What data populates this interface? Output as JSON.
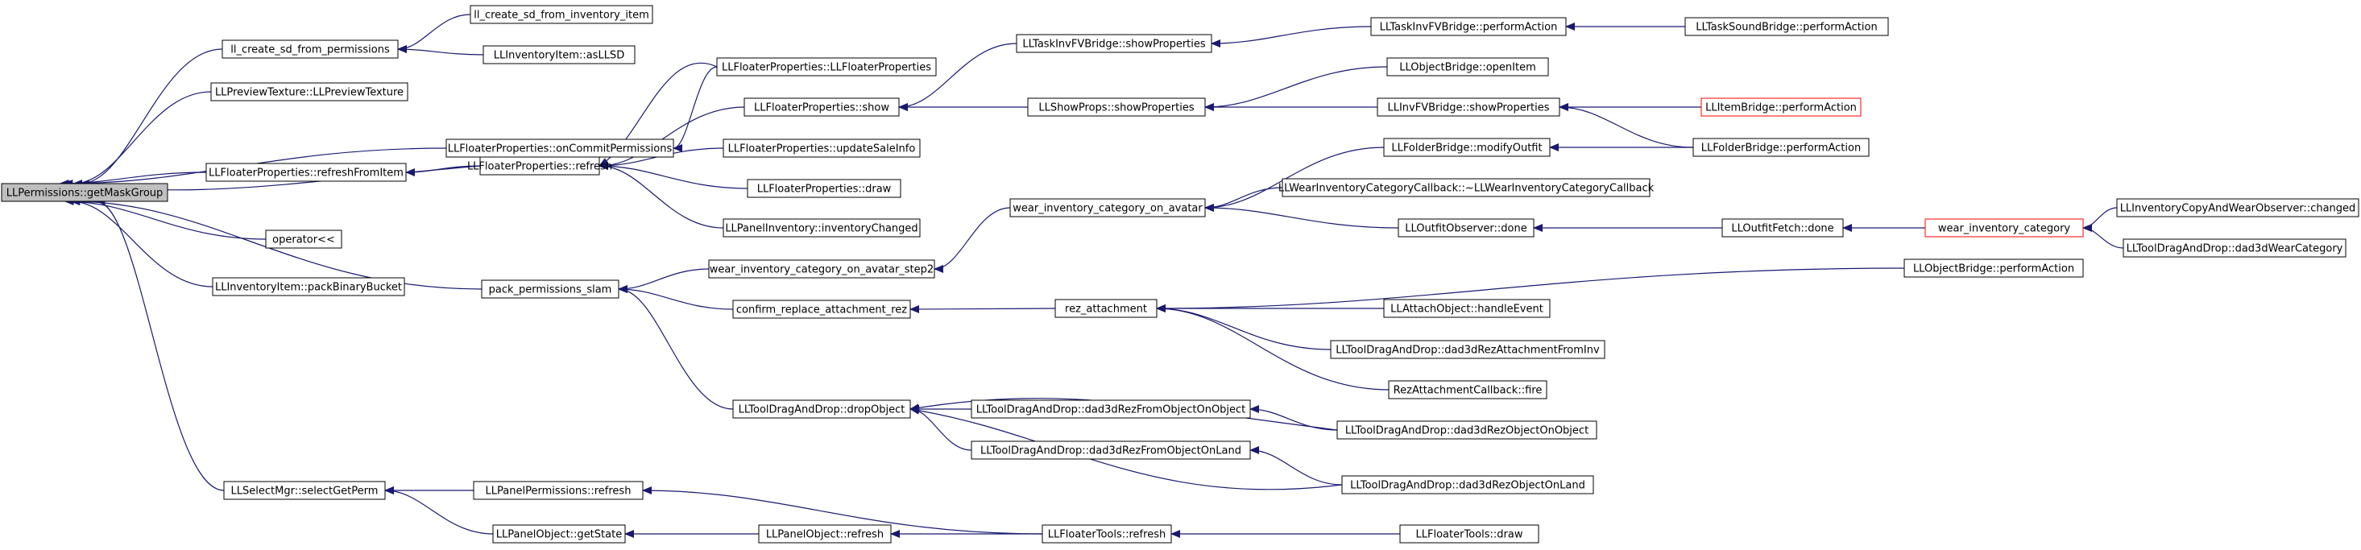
{
  "colors": {
    "edge": "#191970",
    "node_border": "#000000",
    "root_fill": "#bfbfbf",
    "truncated_border": "#ff0000",
    "background": "#ffffff"
  },
  "nodes": {
    "root": "LLPermissions::getMaskGroup",
    "ll_create_sd_perm": "ll_create_sd_from_permissions",
    "ll_create_sd_inv": "ll_create_sd_from_inventory_item",
    "inv_asLLSD": "LLInventoryItem::asLLSD",
    "preview_texture": "LLPreviewTexture::LLPreviewTexture",
    "fp_onCommit": "LLFloaterProperties::onCommitPermissions",
    "fp_ctor": "LLFloaterProperties::LLFloaterProperties",
    "fp_show": "LLFloaterProperties::show",
    "fp_refreshFromItem": "LLFloaterProperties::refreshFromItem",
    "fp_refresh": "LLFloaterProperties::refresh",
    "fp_updateSale": "LLFloaterProperties::updateSaleInfo",
    "fp_draw": "LLFloaterProperties::draw",
    "panel_inv_changed": "LLPanelInventory::inventoryChanged",
    "operator_lt": "operator<<",
    "inv_packBinary": "LLInventoryItem::packBinaryBucket",
    "pack_perm_slam": "pack_permissions_slam",
    "wear_cat_step2": "wear_inventory_category_on_avatar_step2",
    "confirm_replace": "confirm_replace_attachment_rez",
    "tdd_dropObject": "LLToolDragAndDrop::dropObject",
    "select_getPerm": "LLSelectMgr::selectGetPerm",
    "panel_perm_refresh": "LLPanelPermissions::refresh",
    "panel_obj_getState": "LLPanelObject::getState",
    "panel_obj_refresh": "LLPanelObject::refresh",
    "task_inv_show": "LLTaskInvFVBridge::showProperties",
    "task_inv_perform": "LLTaskInvFVBridge::performAction",
    "task_sound_perform": "LLTaskSoundBridge::performAction",
    "show_props": "LLShowProps::showProperties",
    "obj_bridge_open": "LLObjectBridge::openItem",
    "inv_fv_show": "LLInvFVBridge::showProperties",
    "item_bridge_perform": "LLItemBridge::performAction",
    "folder_bridge_perform": "LLFolderBridge::performAction",
    "wear_cat_avatar": "wear_inventory_category_on_avatar",
    "folder_modify_outfit": "LLFolderBridge::modifyOutfit",
    "wear_cat_callback": "LLWearInventoryCategoryCallback::~LLWearInventoryCategoryCallback",
    "outfit_observer_done": "LLOutfitObserver::done",
    "outfit_fetch_done": "LLOutfitFetch::done",
    "wear_inv_cat": "wear_inventory_category",
    "inv_copy_wear": "LLInventoryCopyAndWearObserver::changed",
    "tdd_dad3dWearCat": "LLToolDragAndDrop::dad3dWearCategory",
    "obj_bridge_perform": "LLObjectBridge::performAction",
    "rez_attachment": "rez_attachment",
    "attach_handleEvent": "LLAttachObject::handleEvent",
    "tdd_rezAttachFromInv": "LLToolDragAndDrop::dad3dRezAttachmentFromInv",
    "rez_attach_cb": "RezAttachmentCallback::fire",
    "tdd_rezFromObjOnObj": "LLToolDragAndDrop::dad3dRezFromObjectOnObject",
    "tdd_rezObjOnObj": "LLToolDragAndDrop::dad3dRezObjectOnObject",
    "tdd_rezFromObjOnLand": "LLToolDragAndDrop::dad3dRezFromObjectOnLand",
    "tdd_rezObjOnLand": "LLToolDragAndDrop::dad3dRezObjectOnLand",
    "floater_tools_refresh": "LLFloaterTools::refresh",
    "floater_tools_draw": "LLFloaterTools::draw"
  }
}
